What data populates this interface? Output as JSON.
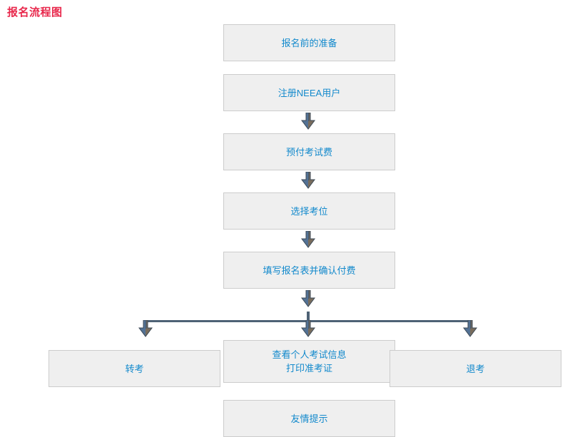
{
  "title": "报名流程图",
  "colors": {
    "title": "#E8274B",
    "box_fill": "#EFEFEF",
    "box_border": "#CCCCCC",
    "box_text": "#1289CC",
    "connector": "#4E6275",
    "arrow_dark": "#4A5A6A",
    "arrow_highlight": "#5B87B8",
    "arrow_edge": "#C08A4E"
  },
  "flow": {
    "nodes": [
      {
        "id": "prepare",
        "label": "报名前的准备",
        "lines": [
          "报名前的准备"
        ]
      },
      {
        "id": "register",
        "label": "注册NEEA用户",
        "lines": [
          "注册NEEA用户"
        ]
      },
      {
        "id": "prepay",
        "label": "预付考试费",
        "lines": [
          "预付考试费"
        ]
      },
      {
        "id": "choose-seat",
        "label": "选择考位",
        "lines": [
          "选择考位"
        ]
      },
      {
        "id": "fill-form",
        "label": "填写报名表并确认付费",
        "lines": [
          "填写报名表并确认付费"
        ]
      },
      {
        "id": "transfer",
        "label": "转考",
        "lines": [
          "转考"
        ]
      },
      {
        "id": "view-info",
        "label": "查看个人考试信息 打印准考证",
        "lines": [
          "查看个人考试信息",
          "打印准考证"
        ]
      },
      {
        "id": "withdraw",
        "label": "退考",
        "lines": [
          "退考"
        ]
      },
      {
        "id": "tips",
        "label": "友情提示",
        "lines": [
          "友情提示"
        ]
      }
    ],
    "arrows": [
      {
        "id": "arrow-register-to-prepay",
        "icon": "arrow-down-icon"
      },
      {
        "id": "arrow-prepay-to-seat",
        "icon": "arrow-down-icon"
      },
      {
        "id": "arrow-seat-to-form",
        "icon": "arrow-down-icon"
      },
      {
        "id": "arrow-form-to-branch",
        "icon": "arrow-down-icon"
      },
      {
        "id": "arrow-branch-to-transfer",
        "icon": "arrow-down-icon"
      },
      {
        "id": "arrow-branch-to-view-info",
        "icon": "arrow-down-icon"
      },
      {
        "id": "arrow-branch-to-withdraw",
        "icon": "arrow-down-icon"
      }
    ]
  }
}
